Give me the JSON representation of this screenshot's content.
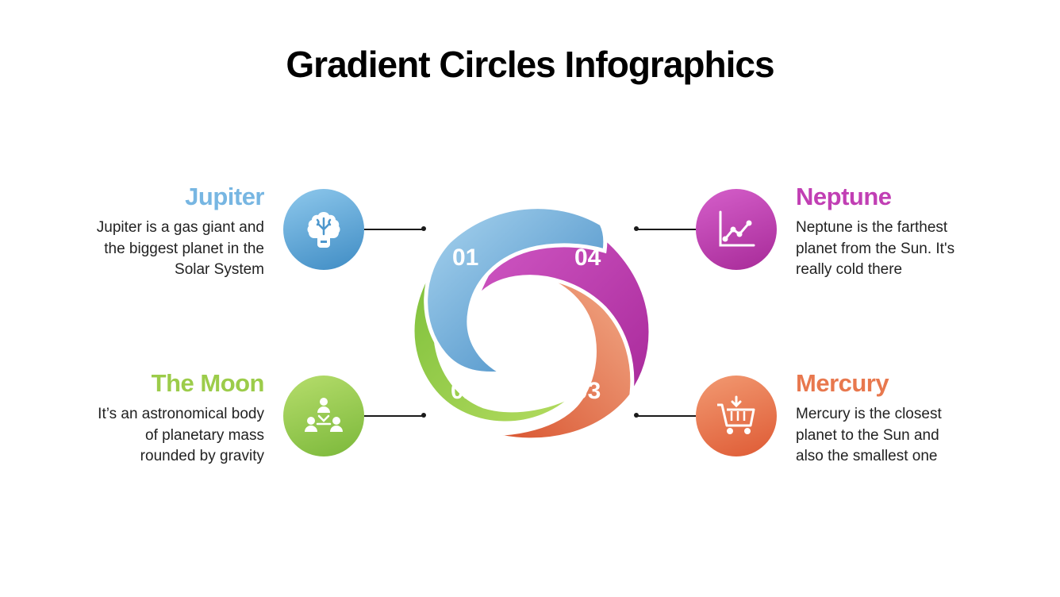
{
  "title": "Gradient Circles Infographics",
  "colors": {
    "blue": "#5aa5d6",
    "green": "#8cc84b",
    "orange": "#e86a3f",
    "magenta": "#c23bb0"
  },
  "items": [
    {
      "number": "01",
      "heading": "Jupiter",
      "description": [
        "Jupiter is a gas giant and",
        "the biggest planet in the",
        "Solar System"
      ],
      "icon": "brain-icon",
      "color": "#77b6e2"
    },
    {
      "number": "02",
      "heading": "The Moon",
      "description": [
        "It’s an astronomical body",
        "of planetary mass",
        "rounded by gravity"
      ],
      "icon": "people-network-icon",
      "color": "#9ccc4a"
    },
    {
      "number": "03",
      "heading": "Mercury",
      "description": [
        "Mercury is the closest",
        "planet to the Sun and",
        "also the smallest one"
      ],
      "icon": "shopping-cart-icon",
      "color": "#e8784e"
    },
    {
      "number": "04",
      "heading": "Neptune",
      "description": [
        "Neptune is the farthest",
        "planet from the Sun. It's",
        "really cold there"
      ],
      "icon": "line-chart-icon",
      "color": "#c13fb4"
    }
  ]
}
